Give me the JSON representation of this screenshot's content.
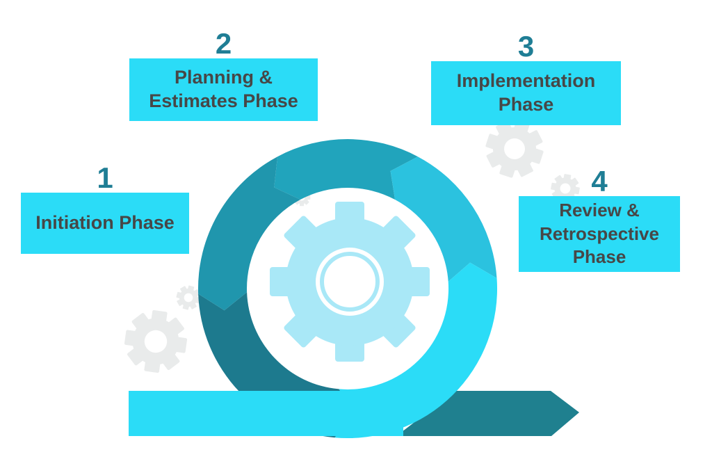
{
  "phases": [
    {
      "number": "1",
      "label": "Initiation Phase"
    },
    {
      "number": "2",
      "label": "Planning & Estimates Phase"
    },
    {
      "number": "3",
      "label": "Implementation Phase"
    },
    {
      "number": "4",
      "label": "Review & Retrospective Phase"
    }
  ],
  "loop": {
    "description": "Circular sprint loop of five arrow segments flowing clockwise around a central gear, exiting right as a forward arrow",
    "center_icon": "gear-icon",
    "background_icons": "gear-icon"
  },
  "colors": {
    "canvas": "#ffffff",
    "phase_box": "#2bdcf7",
    "phase_number": "#1f7e95",
    "phase_text": "#474747",
    "ring_top": "#21a4bc",
    "ring_upper_right": "#2bc2df",
    "ring_bright": "#2bdcf7",
    "ring_bottom_left": "#1d7a8e",
    "ring_upper_left": "#2096ad",
    "arrow_dark": "#1f808f",
    "gear_center": "#a9e8f7",
    "gear_background": "#e9ebeb"
  }
}
